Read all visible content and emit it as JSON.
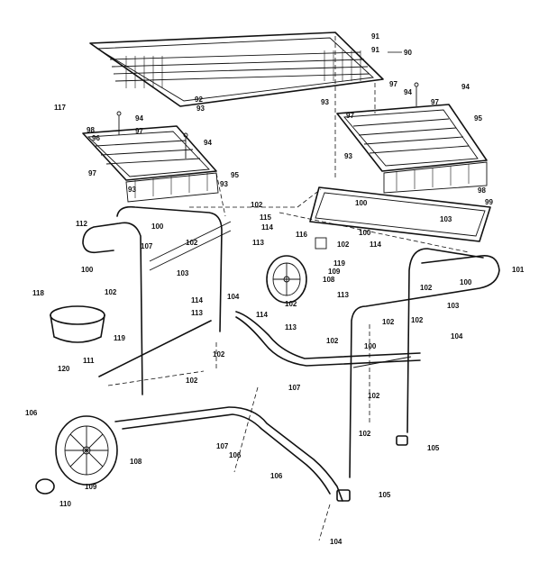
{
  "labels": {
    "l90": "90",
    "l91": "91",
    "l92": "92",
    "l93": "93",
    "l94": "94",
    "l95": "95",
    "l96": "96",
    "l97": "97",
    "l98": "98",
    "l99": "99",
    "l100": "100",
    "l101": "101",
    "l102": "102",
    "l103": "103",
    "l104": "104",
    "l105": "105",
    "l106": "106",
    "l107": "107",
    "l108": "108",
    "l109": "109",
    "l110": "110",
    "l111": "111",
    "l112": "112",
    "l113": "113",
    "l114": "114",
    "l115": "115",
    "l116": "116",
    "l117": "117",
    "l118": "118",
    "l119": "119",
    "l120": "120"
  }
}
